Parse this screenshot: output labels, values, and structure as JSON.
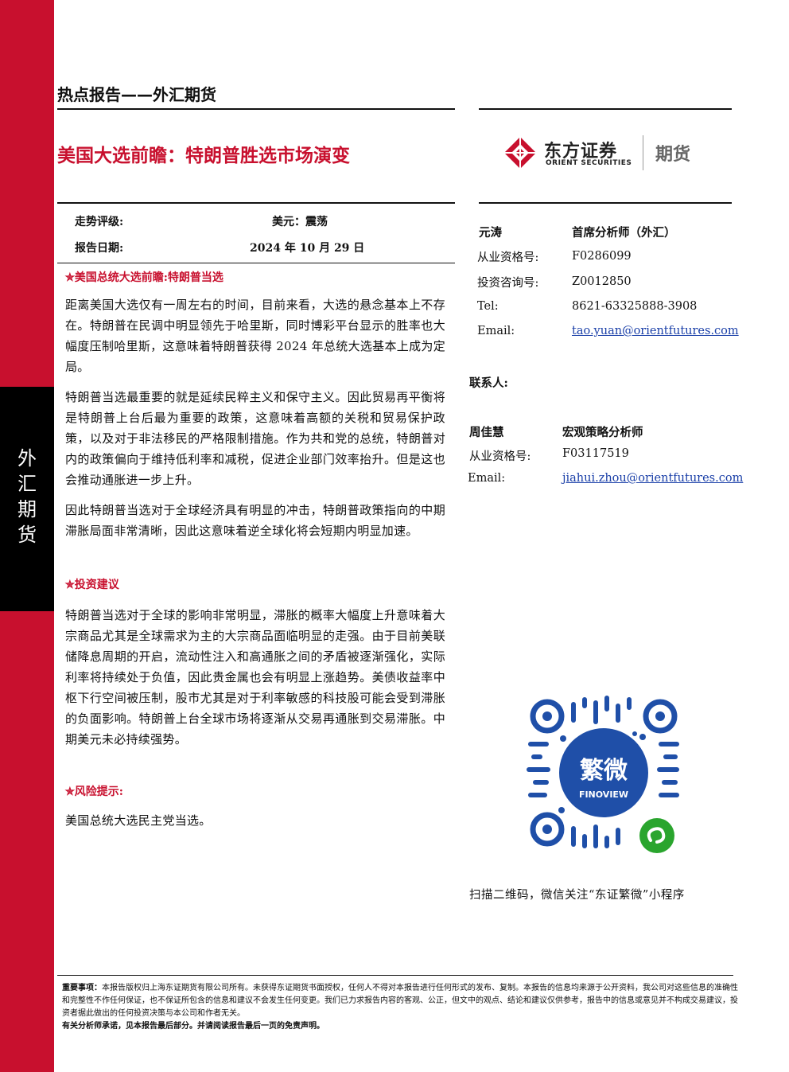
{
  "side_label": [
    "外",
    "汇",
    "期",
    "货"
  ],
  "header": {
    "report_type": "热点报告——外汇期货",
    "title": "美国大选前瞻：特朗普胜选市场演变"
  },
  "logo": {
    "name_cn": "东方证券",
    "name_en": "ORIENT SECURITIES",
    "division": "期货",
    "brand_color": "#c8102e"
  },
  "rating": {
    "trend_label": "走势评级:",
    "trend_value": "美元：震荡",
    "date_label": "报告日期:",
    "date_value": "2024 年 10 月 29 日"
  },
  "sections": [
    {
      "heading": "美国总统大选前瞻:特朗普当选",
      "paragraphs": [
        "距离美国大选仅有一周左右的时间，目前来看，大选的悬念基本上不存在。特朗普在民调中明显领先于哈里斯，同时博彩平台显示的胜率也大幅度压制哈里斯，这意味着特朗普获得 2024 年总统大选基本上成为定局。",
        "特朗普当选最重要的就是延续民粹主义和保守主义。因此贸易再平衡将是特朗普上台后最为重要的政策，这意味着高额的关税和贸易保护政策，以及对于非法移民的严格限制措施。作为共和党的总统，特朗普对内的政策偏向于维持低利率和减税，促进企业部门效率抬升。但是这也会推动通胀进一步上升。",
        "因此特朗普当选对于全球经济具有明显的冲击，特朗普政策指向的中期滞胀局面非常清晰，因此这意味着逆全球化将会短期内明显加速。"
      ]
    },
    {
      "heading": "投资建议",
      "paragraphs": [
        "特朗普当选对于全球的影响非常明显，滞胀的概率大幅度上升意味着大宗商品尤其是全球需求为主的大宗商品面临明显的走强。由于目前美联储降息周期的开启，流动性注入和高通胀之间的矛盾被逐渐强化，实际利率将持续处于负值，因此贵金属也会有明显上涨趋势。美债收益率中枢下行空间被压制，股市尤其是对于利率敏感的科技股可能会受到滞胀的负面影响。特朗普上台全球市场将逐渐从交易再通胀到交易滞胀。中期美元未必持续强势。"
      ]
    },
    {
      "heading": "风险提示:",
      "paragraphs": [
        "美国总统大选民主党当选。"
      ]
    }
  ],
  "analyst": {
    "name": "元涛",
    "role": "首席分析师（外汇）",
    "cert_label": "从业资格号:",
    "cert": "F0286099",
    "invest_label": "投资咨询号:",
    "invest": "Z0012850",
    "tel_label": "Tel:",
    "tel": "8621-63325888-3908",
    "email_label": "Email:",
    "email": "tao.yuan@orientfutures.com"
  },
  "contact": {
    "label": "联系人:",
    "name": "周佳慧",
    "role": "宏观策略分析师",
    "cert_label": "从业资格号:",
    "cert": "F03117519",
    "email_label": "Email:",
    "email": "jiahui.zhou@orientfutures.com"
  },
  "qr": {
    "center_cn": "繁微",
    "center_en": "FINOVIEW",
    "caption": "扫描二维码，微信关注“东证繁微”小程序",
    "accent": "#1f4fa8"
  },
  "disclaimer": {
    "lead": "重要事项：",
    "text": "本报告版权归上海东证期货有限公司所有。未获得东证期货书面授权，任何人不得对本报告进行任何形式的发布、复制。本报告的信息均来源于公开资料，我公司对这些信息的准确性和完整性不作任何保证，也不保证所包含的信息和建议不会发生任何变更。我们已力求报告内容的客观、公正，但文中的观点、结论和建议仅供参考，报告中的信息或意见并不构成交易建议，投资者据此做出的任何投资决策与本公司和作者无关。",
    "footer": "有关分析师承诺，见本报告最后部分。并请阅读报告最后一页的免责声明。"
  }
}
